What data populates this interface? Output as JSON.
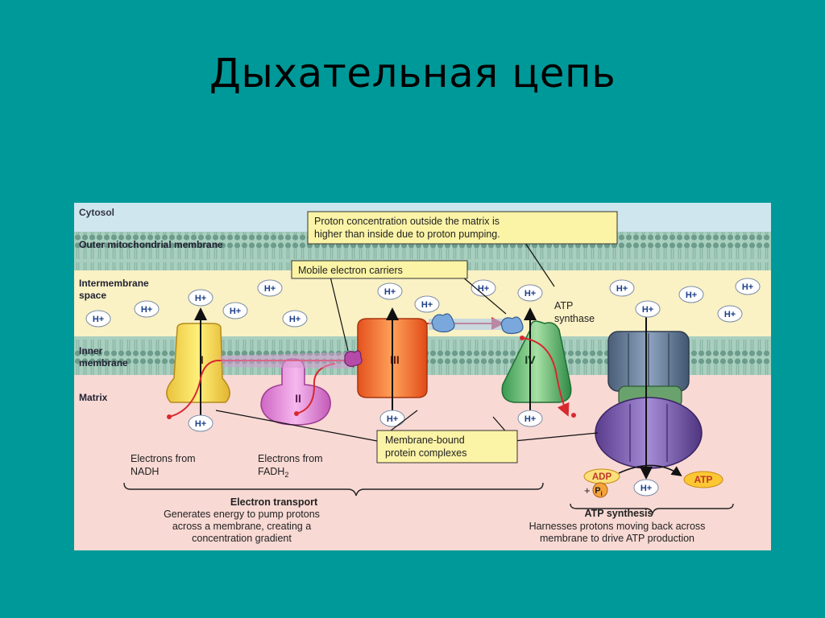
{
  "slide": {
    "title": "Дыхательная цепь"
  },
  "diagram": {
    "regions": {
      "cytosol": "Cytosol",
      "outer_membrane": "Outer mitochondrial membrane",
      "intermembrane_1": "Intermembrane",
      "intermembrane_2": "space",
      "inner_1": "Inner",
      "inner_2": "membrane",
      "matrix": "Matrix"
    },
    "callouts": {
      "proton_concentration_1": "Proton concentration outside the matrix is",
      "proton_concentration_2": "higher than inside due to proton pumping.",
      "mobile_carriers": "Mobile electron carriers",
      "membrane_bound_1": "Membrane-bound",
      "membrane_bound_2": "protein complexes"
    },
    "complexes": {
      "c1": "I",
      "c2": "II",
      "c3": "III",
      "c4": "IV"
    },
    "atp_synthase_1": "ATP",
    "atp_synthase_2": "synthase",
    "proton_label": "H+",
    "electrons_nadh_1": "Electrons from",
    "electrons_nadh_2": "NADH",
    "electrons_fadh_1": "Electrons from",
    "electrons_fadh_2": "FADH",
    "electrons_fadh_sub": "2",
    "adp": "ADP",
    "plus": "+",
    "pi": "P",
    "pi_sub": "i",
    "atp": "ATP",
    "electron_transport": {
      "title": "Electron transport",
      "line1": "Generates energy to pump protons",
      "line2": "across a membrane, creating a",
      "line3": "concentration gradient"
    },
    "atp_synthesis": {
      "title": "ATP synthesis",
      "line1": "Harnesses protons moving back across",
      "line2": "membrane to drive ATP production"
    },
    "colors": {
      "slide_bg": "#009999",
      "cytosol": "#cfe6ef",
      "membrane": "#9fc9b8",
      "intermembrane": "#faf1c4",
      "matrix": "#f8d9d4",
      "callout": "#fbf3a6"
    }
  }
}
